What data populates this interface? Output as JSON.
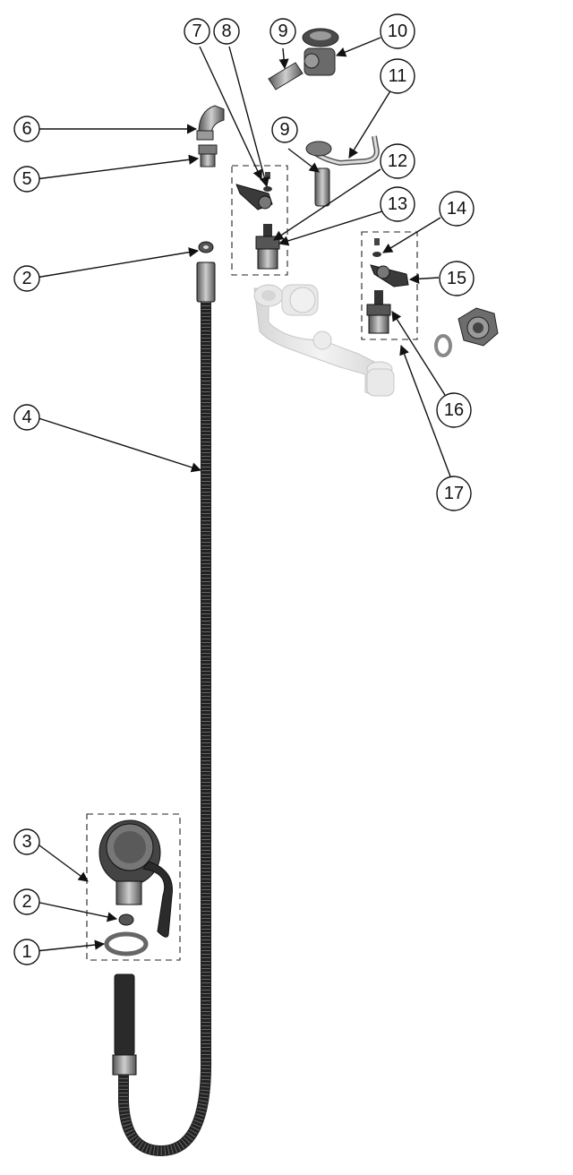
{
  "callouts": [
    {
      "id": "c1",
      "label": "1"
    },
    {
      "id": "c2a",
      "label": "2"
    },
    {
      "id": "c2b",
      "label": "2"
    },
    {
      "id": "c3",
      "label": "3"
    },
    {
      "id": "c4",
      "label": "4"
    },
    {
      "id": "c5",
      "label": "5"
    },
    {
      "id": "c6",
      "label": "6"
    },
    {
      "id": "c7",
      "label": "7"
    },
    {
      "id": "c8",
      "label": "8"
    },
    {
      "id": "c9a",
      "label": "9"
    },
    {
      "id": "c9b",
      "label": "9"
    },
    {
      "id": "c10",
      "label": "10"
    },
    {
      "id": "c11",
      "label": "11"
    },
    {
      "id": "c12",
      "label": "12"
    },
    {
      "id": "c13",
      "label": "13"
    },
    {
      "id": "c14",
      "label": "14"
    },
    {
      "id": "c15",
      "label": "15"
    },
    {
      "id": "c16",
      "label": "16"
    },
    {
      "id": "c17",
      "label": "17"
    }
  ],
  "colors": {
    "line": "#111111",
    "hose": "#2b2b2b",
    "metal": "#8a8a8a",
    "faded_body": "#dcdcdc"
  }
}
